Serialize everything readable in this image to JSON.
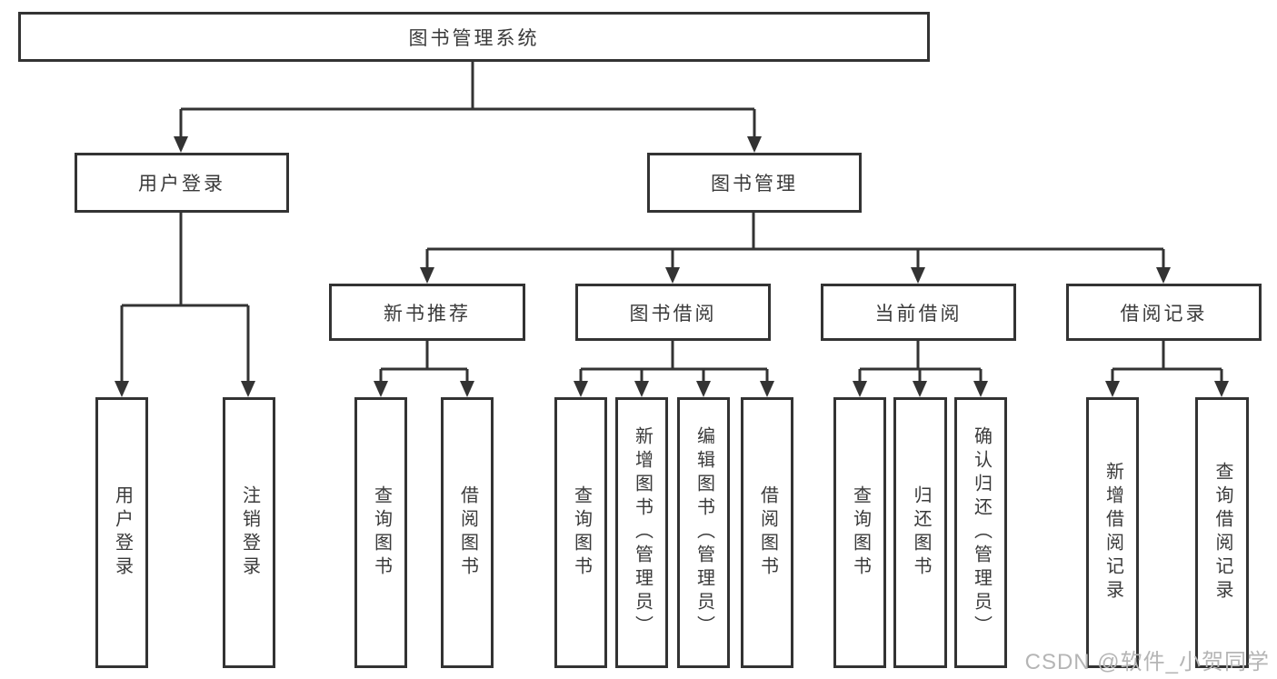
{
  "tree": {
    "label": "图书管理系统",
    "children": [
      {
        "label": "用户登录",
        "children": [
          {
            "label": "用户登录"
          },
          {
            "label": "注销登录"
          }
        ]
      },
      {
        "label": "图书管理",
        "children": [
          {
            "label": "新书推荐",
            "children": [
              {
                "label": "查询图书"
              },
              {
                "label": "借阅图书"
              }
            ]
          },
          {
            "label": "图书借阅",
            "children": [
              {
                "label": "查询图书"
              },
              {
                "label": "新增图书（管理员）"
              },
              {
                "label": "编辑图书（管理员）"
              },
              {
                "label": "借阅图书"
              }
            ]
          },
          {
            "label": "当前借阅",
            "children": [
              {
                "label": "查询图书"
              },
              {
                "label": "归还图书"
              },
              {
                "label": "确认归还（管理员）"
              }
            ]
          },
          {
            "label": "借阅记录",
            "children": [
              {
                "label": "新增借阅记录"
              },
              {
                "label": "查询借阅记录"
              }
            ]
          }
        ]
      }
    ]
  },
  "watermark": {
    "text": "CSDN @软件_小贺同学"
  },
  "colors": {
    "line": "#333333",
    "box_border": "#333333",
    "text": "#3a3a3a",
    "watermark": "#b5b5b5",
    "background": "#ffffff"
  }
}
